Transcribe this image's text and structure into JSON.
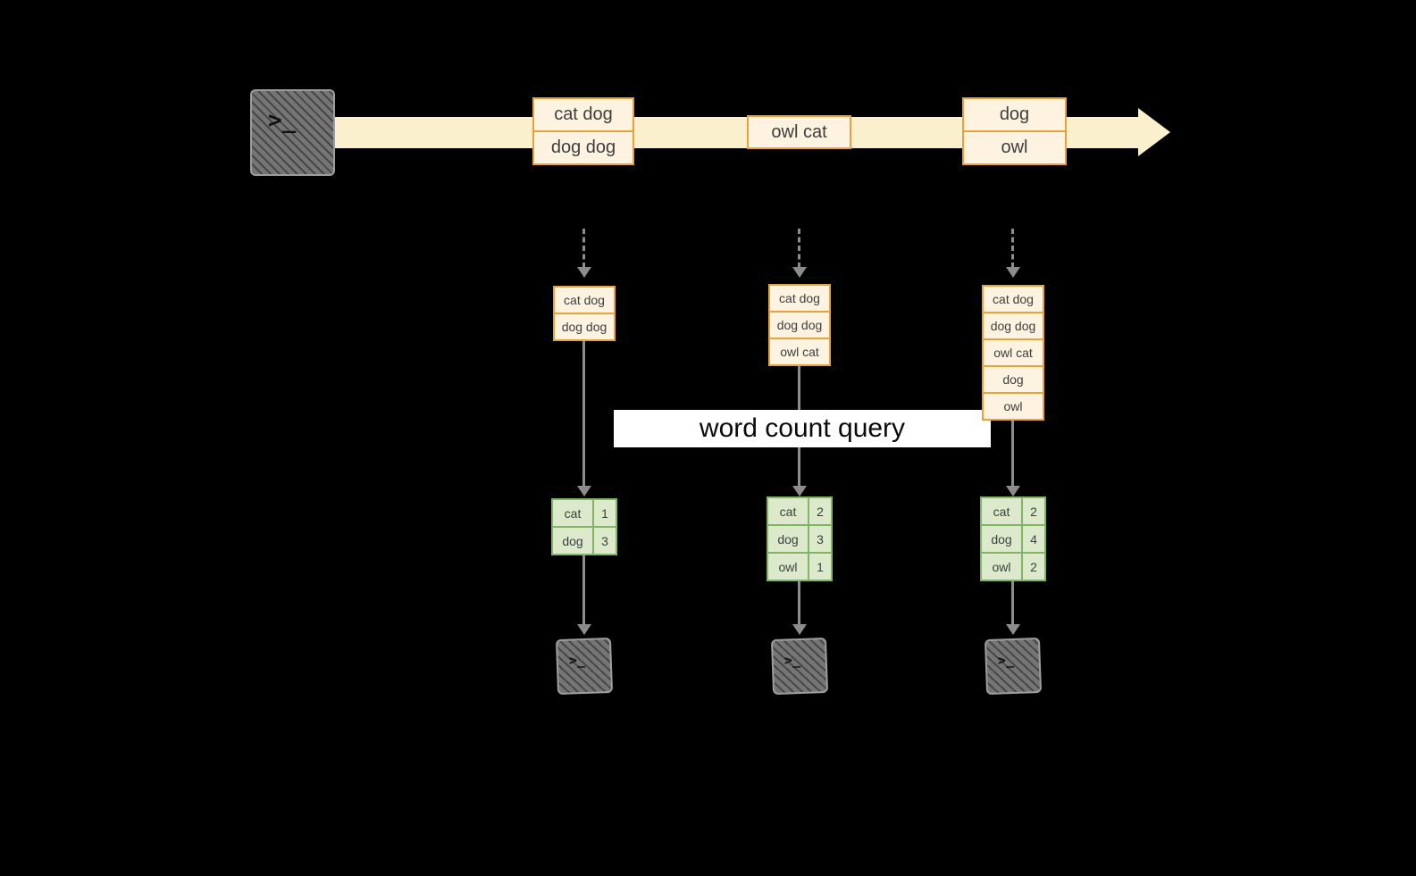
{
  "banner": {
    "label": "word count query"
  },
  "icons": {
    "terminal_prompt": ">_"
  },
  "stream": {
    "groups": [
      {
        "rows": [
          "cat dog",
          "dog dog"
        ]
      },
      {
        "rows": [
          "owl cat"
        ]
      },
      {
        "rows": [
          "dog",
          "owl"
        ]
      }
    ]
  },
  "snapshots": [
    {
      "items": [
        "cat dog",
        "dog dog"
      ]
    },
    {
      "items": [
        "cat dog",
        "dog dog",
        "owl cat"
      ]
    },
    {
      "items": [
        "cat dog",
        "dog dog",
        "owl cat",
        "dog",
        "owl"
      ]
    }
  ],
  "results": [
    {
      "rows": [
        {
          "word": "cat",
          "count": "1"
        },
        {
          "word": "dog",
          "count": "3"
        }
      ]
    },
    {
      "rows": [
        {
          "word": "cat",
          "count": "2"
        },
        {
          "word": "dog",
          "count": "3"
        },
        {
          "word": "owl",
          "count": "1"
        }
      ]
    },
    {
      "rows": [
        {
          "word": "cat",
          "count": "2"
        },
        {
          "word": "dog",
          "count": "4"
        },
        {
          "word": "owl",
          "count": "2"
        }
      ]
    }
  ],
  "colors": {
    "stream_band": "#FBF0CE",
    "box_border": "#E6A33C",
    "box_fill": "#FDF3E0",
    "table_border": "#82B366",
    "table_fill": "#DCEACB",
    "arrow": "#8C8C8C",
    "banner_bg": "#FFFFFF"
  }
}
